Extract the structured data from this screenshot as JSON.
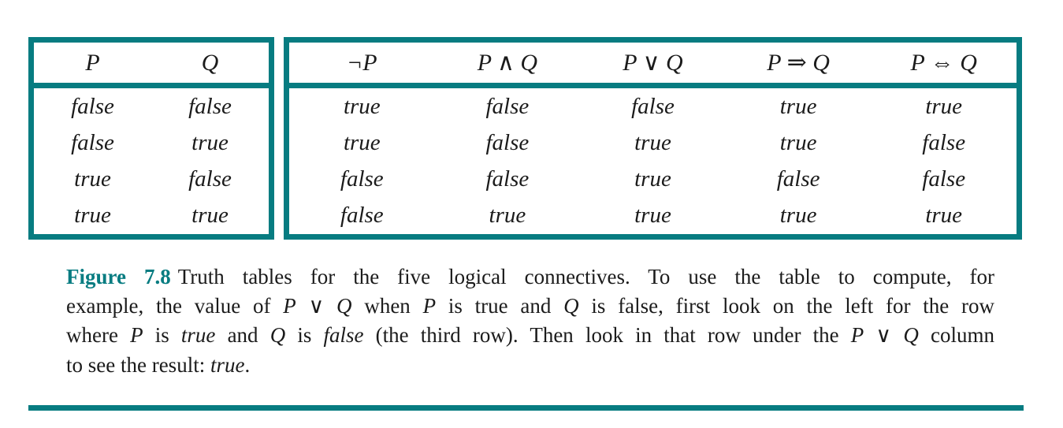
{
  "theme": {
    "teal": "#077c81",
    "text_color": "#1b1b1b",
    "background": "#ffffff"
  },
  "truth_table": {
    "left_headers": [
      "P",
      "Q"
    ],
    "right_headers": [
      "¬P",
      "P ∧ Q",
      "P ∨ Q",
      "P ⇒ Q",
      "P ⇔ Q"
    ],
    "rows": [
      {
        "left": [
          "false",
          "false"
        ],
        "right": [
          "true",
          "false",
          "false",
          "true",
          "true"
        ]
      },
      {
        "left": [
          "false",
          "true"
        ],
        "right": [
          "true",
          "false",
          "true",
          "true",
          "false"
        ]
      },
      {
        "left": [
          "true",
          "false"
        ],
        "right": [
          "false",
          "false",
          "true",
          "false",
          "false"
        ]
      },
      {
        "left": [
          "true",
          "true"
        ],
        "right": [
          "false",
          "true",
          "true",
          "true",
          "true"
        ]
      }
    ]
  },
  "caption": {
    "label": "Figure 7.8",
    "line1": {
      "s0": "Truth tables for the five logical connectives.  To use the table to compute, for"
    },
    "line2": {
      "s0": "example, the value of ",
      "s1": "P",
      "s2": " ∨ ",
      "s3": "Q",
      "s4": " when ",
      "s5": "P",
      "s6": " is true and ",
      "s7": "Q",
      "s8": " is false, first look on the left for the row"
    },
    "line3": {
      "s0": "where ",
      "s1": "P",
      "s2": " is ",
      "s3": "true",
      "s4": " and ",
      "s5": "Q",
      "s6": " is ",
      "s7": "false",
      "s8": " (the third row). Then look in that row under the ",
      "s9": "P",
      "s10": " ∨ ",
      "s11": "Q",
      "s12": " column"
    },
    "line4": {
      "s0": "to see the result: ",
      "s1": "true",
      "s2": "."
    }
  }
}
